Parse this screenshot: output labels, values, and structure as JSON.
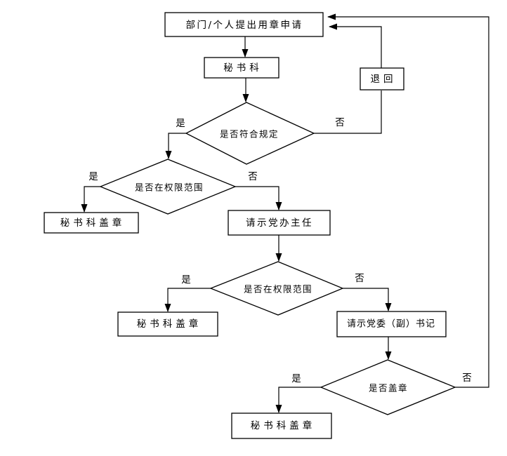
{
  "flowchart": {
    "colors": {
      "background": "#ffffff",
      "line": "#000000",
      "shape_fill": "#ffffff",
      "text": "#000000"
    },
    "nodes": {
      "apply": "部门/个人提出用章申请",
      "secretary": "秘书科",
      "return_box": "退回",
      "check_rules": "是否符合规定",
      "check_scope1": "是否在权限范围",
      "stamp1": "秘书科盖章",
      "ask_director": "请示党办主任",
      "check_scope2": "是否在权限范围",
      "stamp2": "秘书科盖章",
      "ask_party_secretary": "请示党委（副）书记",
      "check_stamp": "是否盖章",
      "stamp3": "秘书科盖章"
    },
    "branch_labels": {
      "d1_yes": "是",
      "d1_no": "否",
      "d2_yes": "是",
      "d2_no": "否",
      "d3_yes": "是",
      "d3_no": "否",
      "d4_yes": "是",
      "d4_no": "否"
    }
  }
}
